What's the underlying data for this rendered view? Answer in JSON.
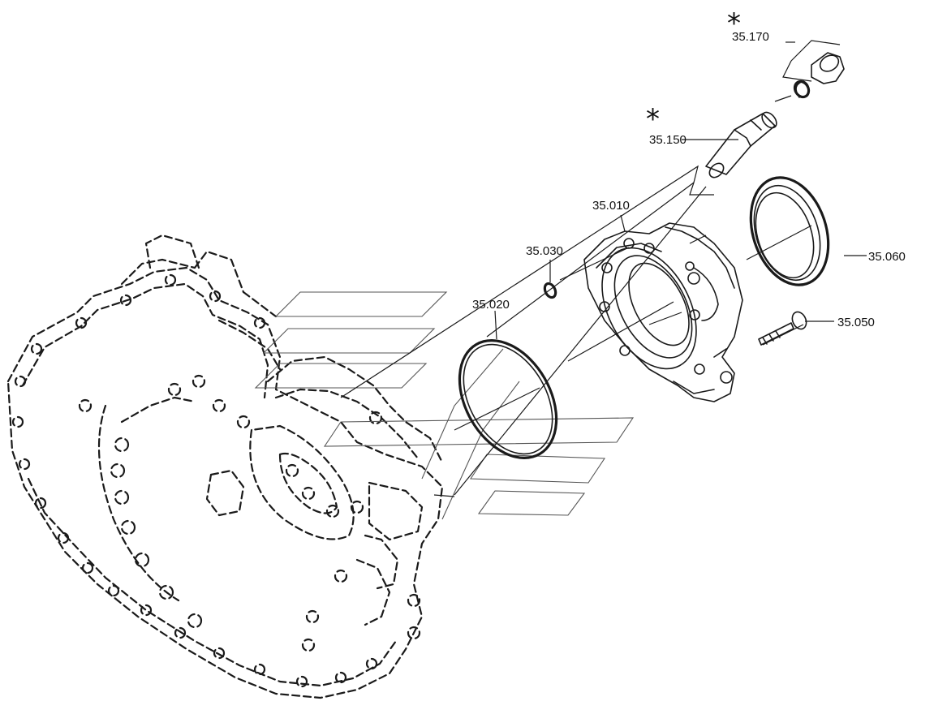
{
  "labels": {
    "p35170": "35.170",
    "p35150": "35.150",
    "p35010": "35.010",
    "p35030": "35.030",
    "p35020": "35.020",
    "p35060": "35.060",
    "p35050": "35.050"
  },
  "markers": {
    "star_top": "*",
    "star_mid": "*"
  }
}
